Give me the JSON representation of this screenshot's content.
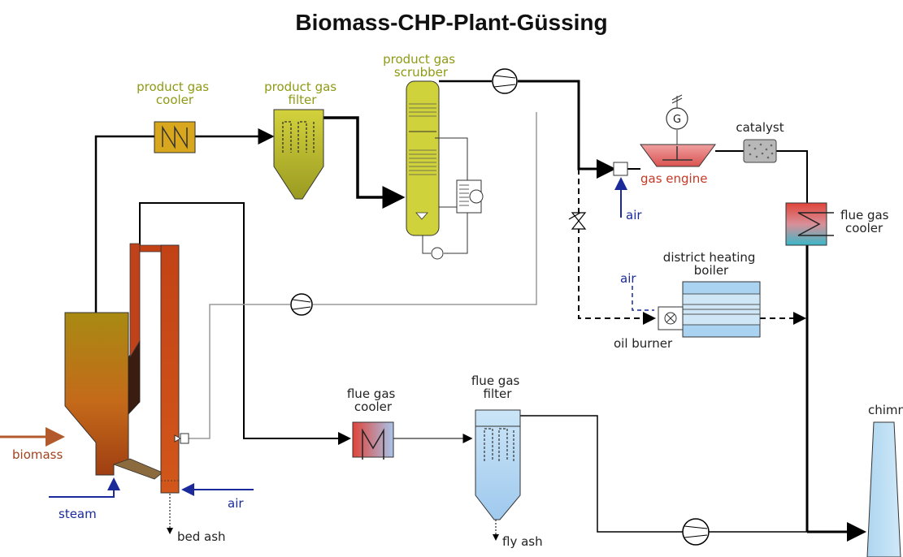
{
  "title": "Biomass-CHP-Plant-Güssing",
  "labels": {
    "product_gas_cooler": [
      "product gas",
      "cooler"
    ],
    "product_gas_filter": [
      "product gas",
      "filter"
    ],
    "product_gas_scrubber": [
      "product gas",
      "scrubber"
    ],
    "catalyst": "catalyst",
    "gas_engine": "gas engine",
    "flue_gas_cooler_top": [
      "flue gas",
      "cooler"
    ],
    "air_engine": "air",
    "air_boiler": "air",
    "district_heating_boiler": [
      "district heating",
      "boiler"
    ],
    "oil_burner": "oil burner",
    "flue_gas_cooler_bottom": [
      "flue gas",
      "cooler"
    ],
    "flue_gas_filter": [
      "flue gas",
      "filter"
    ],
    "chimney": "chimney",
    "biomass": "biomass",
    "steam": "steam",
    "air_gasifier": "air",
    "bed_ash": "bed ash",
    "fly_ash": "fly ash",
    "generator": "G"
  },
  "colors": {
    "olive_label": "#8f9a14",
    "blue_label": "#1a2a9a",
    "brown_label": "#a0431e",
    "red_label": "#c23a26"
  }
}
